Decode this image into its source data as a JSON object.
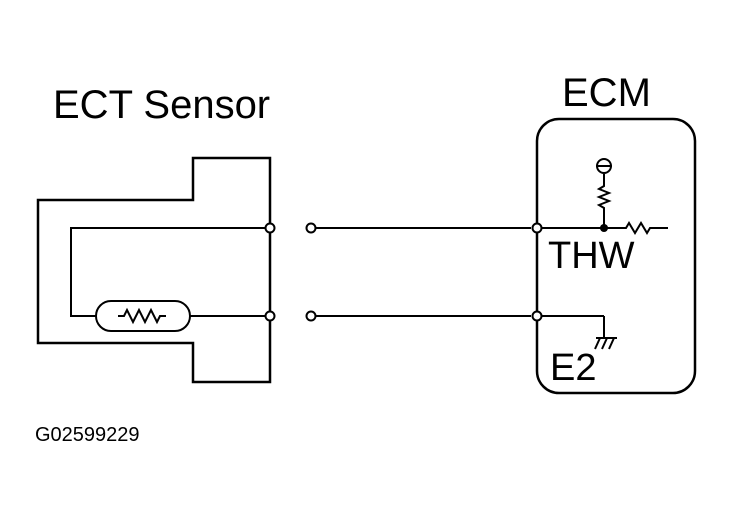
{
  "labels": {
    "sensor_title": "ECT Sensor",
    "ecm_title": "ECM",
    "pin_thw": "THW",
    "pin_e2": "E2",
    "figure_code": "G02599229"
  }
}
